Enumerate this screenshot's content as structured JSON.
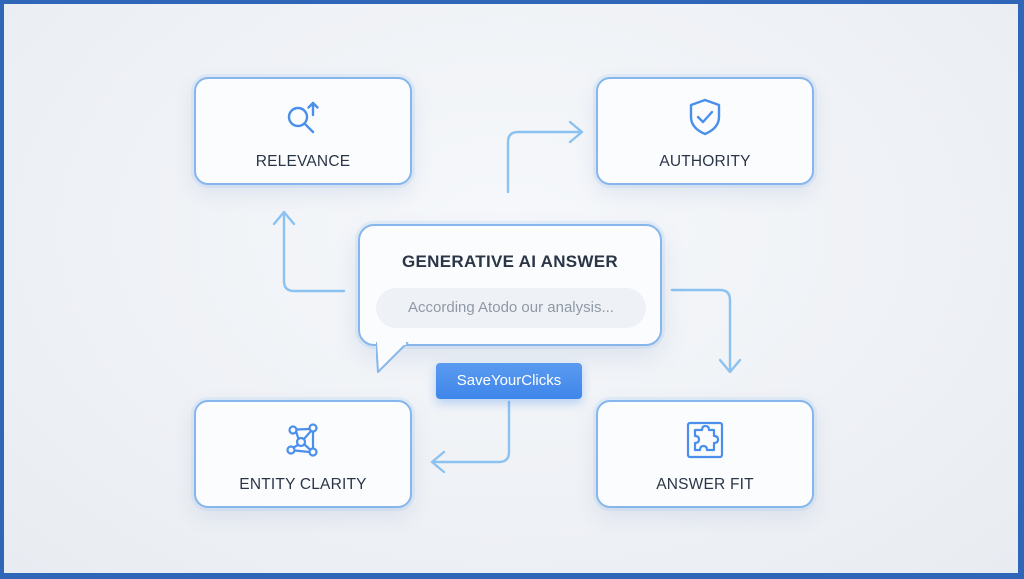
{
  "diagram": {
    "center": {
      "title": "GENERATIVE AI ANSWER",
      "answer_text": "According Atodo our analysis..."
    },
    "brand_label": "SaveYourClicks",
    "nodes": [
      {
        "label": "RELEVANCE",
        "icon": "magnifier-arrow-up-icon"
      },
      {
        "label": "AUTHORITY",
        "icon": "shield-check-icon"
      },
      {
        "label": "ENTITY CLARITY",
        "icon": "node-graph-icon"
      },
      {
        "label": "ANSWER FIT",
        "icon": "puzzle-piece-icon"
      }
    ],
    "colors": {
      "accent": "#4a8fec",
      "border": "#86b6ec",
      "connector": "#8cc2f0",
      "text": "#2a3546",
      "frame": "#2f66b8"
    }
  }
}
